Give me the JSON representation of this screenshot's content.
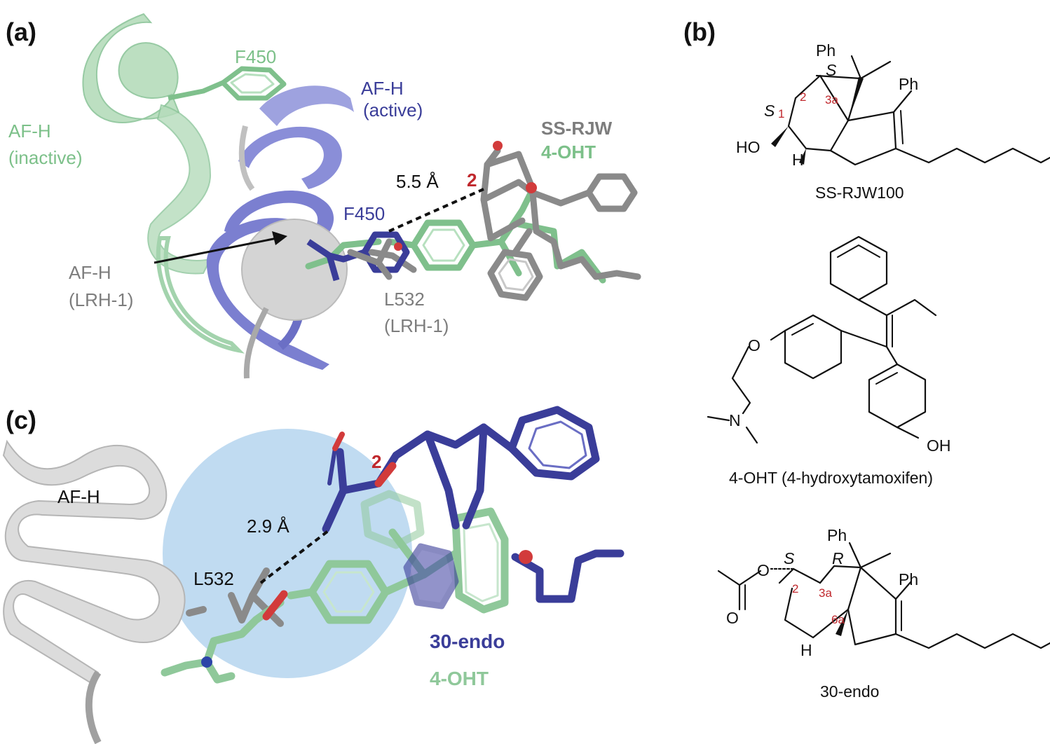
{
  "panels": {
    "a": "(a)",
    "b": "(b)",
    "c": "(c)"
  },
  "panel_a": {
    "f450_green": "F450",
    "afh_active_1": "AF-H",
    "afh_active_2": "(active)",
    "afh_inactive_1": "AF-H",
    "afh_inactive_2": "(inactive)",
    "ligand_ssrjw": "SS-RJW",
    "ligand_4oht": "4-OHT",
    "distance": "5.5 Å",
    "position_2": "2",
    "f450_blue": "F450",
    "afh_lrh1_1": "AF-H",
    "afh_lrh1_2": "(LRH-1)",
    "l532_1": "L532",
    "l532_2": "(LRH-1)"
  },
  "panel_b": {
    "ss_rjw100": {
      "ph_top": "Ph",
      "ph_right": "Ph",
      "s_upper": "S",
      "s_lower": "S",
      "n2": "2",
      "n1": "1",
      "n3a": "3a",
      "ho": "HO",
      "h": "H",
      "caption": "SS-RJW100"
    },
    "tamoxifen": {
      "o": "O",
      "n": "N",
      "oh": "OH",
      "caption": "4-OHT (4-hydroxytamoxifen)"
    },
    "endo30": {
      "ph_top": "Ph",
      "ph_right": "Ph",
      "s": "S",
      "r": "R",
      "o_ester": "O",
      "o_carbonyl": "O",
      "n2": "2",
      "n3a": "3a",
      "n6a": "6a",
      "h": "H",
      "caption": "30-endo"
    }
  },
  "panel_c": {
    "afh": "AF-H",
    "distance": "2.9 Å",
    "l532": "L532",
    "position_2": "2",
    "ligand_30endo": "30-endo",
    "ligand_4oht": "4-OHT"
  },
  "colors": {
    "green": "#8fc89a",
    "green_text": "#7cc089",
    "blue": "#3a3d99",
    "blue_ribbon": "#7b7fd0",
    "grey": "#8a8a8a",
    "grey_text": "#7d7d7d",
    "red": "#c0282d",
    "pocket": "#b9d7ef"
  }
}
